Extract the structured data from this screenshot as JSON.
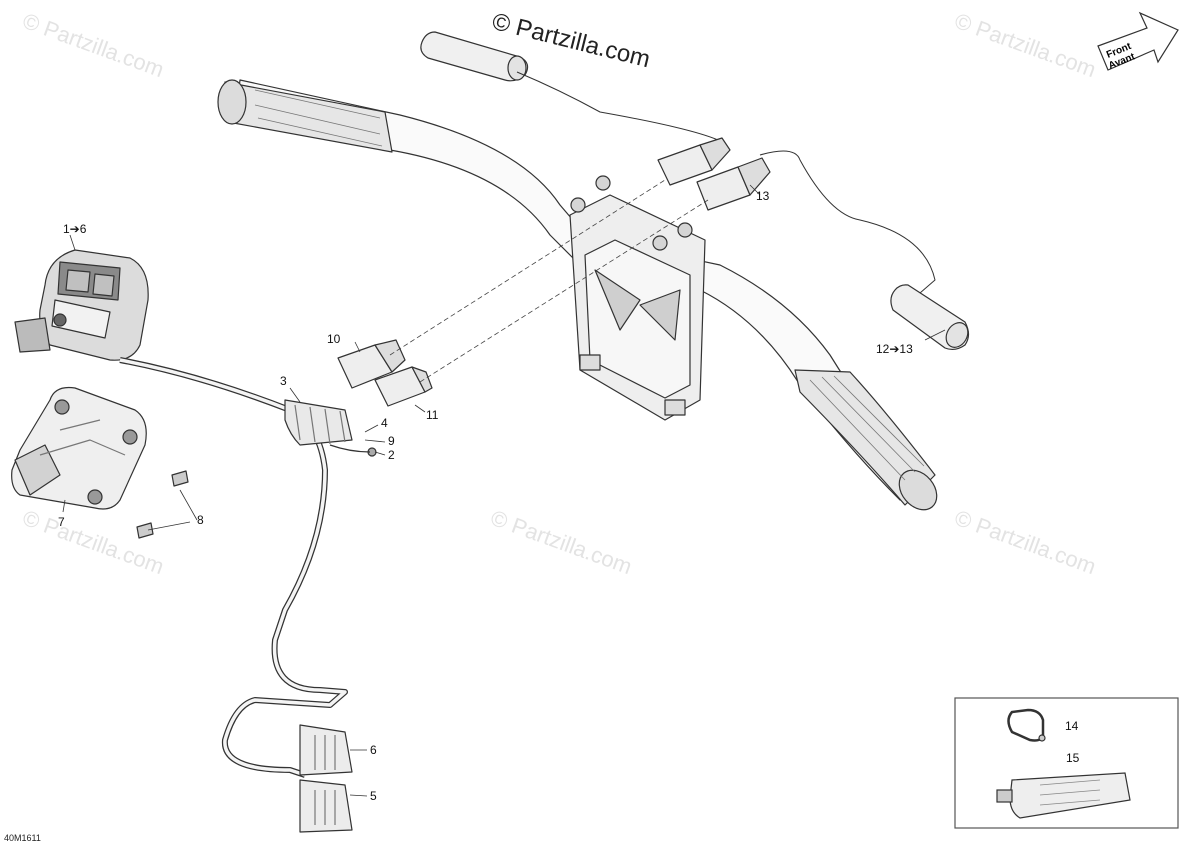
{
  "watermark_main": "© Partzilla.com",
  "watermark_repeat": "© Partzilla.com",
  "front_badge": {
    "line1": "Front",
    "line2": "Avant"
  },
  "diagram_code": "40M1611",
  "callouts": {
    "c1_6": "1➔6",
    "c2": "2",
    "c3": "3",
    "c4": "4",
    "c5": "5",
    "c6": "6",
    "c7": "7",
    "c8": "8",
    "c9": "9",
    "c10": "10",
    "c11": "11",
    "c12_13": "12➔13",
    "c13": "13",
    "c14": "14",
    "c15": "15"
  },
  "colors": {
    "line": "#333333",
    "fill": "#f4f4f4",
    "dark": "#555555",
    "watermark": "#e3e3e3"
  }
}
